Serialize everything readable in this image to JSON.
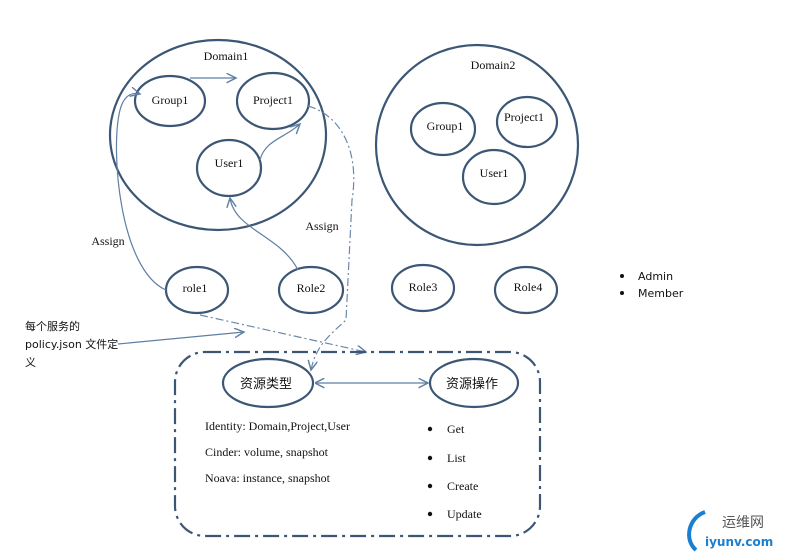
{
  "domain1": {
    "label": "Domain1",
    "group": "Group1",
    "project": "Project1",
    "user": "User1"
  },
  "domain2": {
    "label": "Domain2",
    "group": "Group1",
    "project": "Project1",
    "user": "User1"
  },
  "roles": [
    "role1",
    "Role2",
    "Role3",
    "Role4"
  ],
  "assign_labels": [
    "Assign",
    "Assign"
  ],
  "role_types": [
    "Admin",
    "Member"
  ],
  "policy_note": [
    "每个服务的",
    "policy.json 文件定",
    "义"
  ],
  "resource_type": {
    "label": "资源类型",
    "lines": [
      "Identity: Domain,Project,User",
      "Cinder: volume, snapshot",
      "Noava: instance, snapshot"
    ]
  },
  "resource_action": {
    "label": "资源操作",
    "items": [
      "Get",
      "List",
      "Create",
      "Update"
    ]
  },
  "watermark": {
    "cn": "运维网",
    "en": "iyunv.com"
  },
  "colors": {
    "stroke": "#3c5675",
    "arrow": "#5f7fa3",
    "watermark": "#1a7fd0"
  }
}
